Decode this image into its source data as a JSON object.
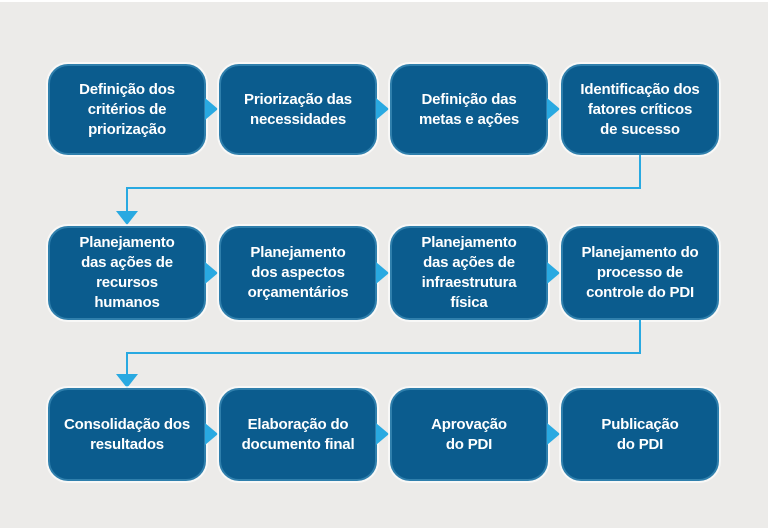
{
  "colors": {
    "background": "#ECEBE9",
    "box_fill": "#0B5C8E",
    "box_edge": "#2F7FAC",
    "arrow": "#29A9E1",
    "text": "#FFFFFF"
  },
  "flow": {
    "rows": [
      {
        "steps": [
          {
            "label": "Definição dos\ncritérios de\npriorização"
          },
          {
            "label": "Priorização das\nnecessidades"
          },
          {
            "label": "Definição das\nmetas e ações"
          },
          {
            "label": "Identificação dos\nfatores críticos\nde sucesso"
          }
        ]
      },
      {
        "steps": [
          {
            "label": "Planejamento\ndas ações de\nrecursos\nhumanos"
          },
          {
            "label": "Planejamento\ndos aspectos\norçamentários"
          },
          {
            "label": "Planejamento\ndas ações de\ninfraestrutura\nfísica"
          },
          {
            "label": "Planejamento do\nprocesso de\ncontrole do PDI"
          }
        ]
      },
      {
        "steps": [
          {
            "label": "Consolidação dos\nresultados"
          },
          {
            "label": "Elaboração do\ndocumento final"
          },
          {
            "label": "Aprovação\ndo PDI"
          },
          {
            "label": "Publicação\ndo PDI"
          }
        ]
      }
    ]
  }
}
